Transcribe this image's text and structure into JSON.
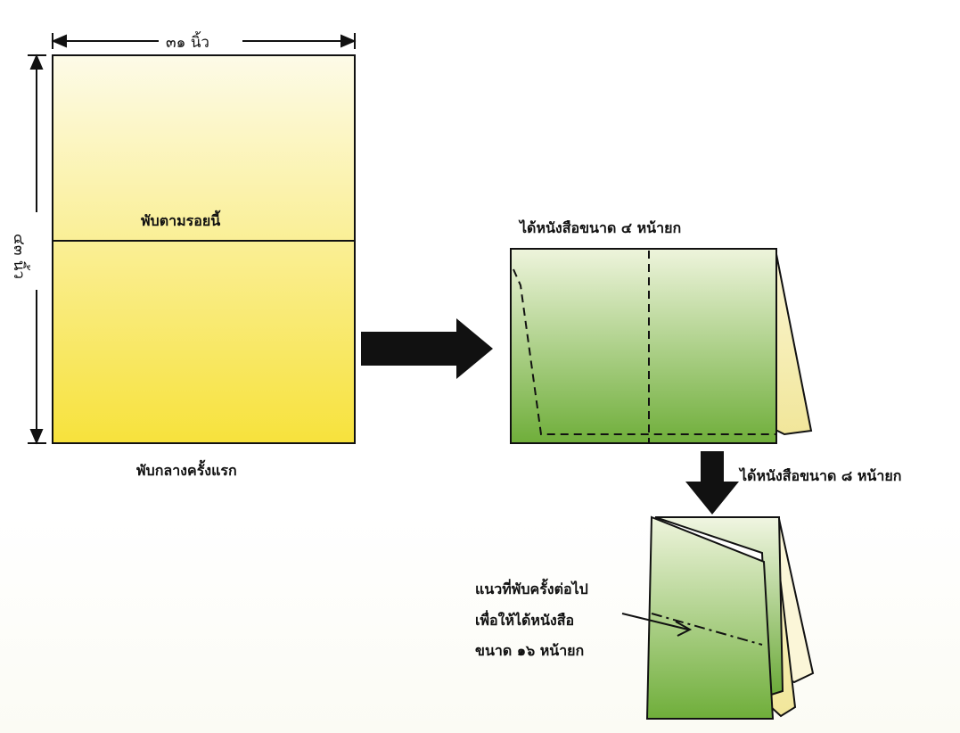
{
  "labels": {
    "width_dim": "๓๑ นิ้ว",
    "height_dim": "๔๓ นิ้ว",
    "fold_line": "พับตามรอยนี้",
    "first_fold": "พับกลางครั้งแรก",
    "result_4": "ได้หนังสือขนาด ๔ หน้ายก",
    "result_8": "ได้หนังสือขนาด ๘ หน้ายก",
    "next_fold_1": "แนวที่พับครั้งต่อไป",
    "next_fold_2": "เพื่อให้ได้หนังสือ",
    "next_fold_3": "ขนาด ๑๖ หน้ายก"
  },
  "colors": {
    "sheet_top": "#fdfbe8",
    "sheet_bottom": "#f7e23c",
    "green_top": "#eef4dc",
    "green_bottom": "#6fae3a",
    "back_page": "#f6efb4",
    "arrow": "#111111"
  }
}
